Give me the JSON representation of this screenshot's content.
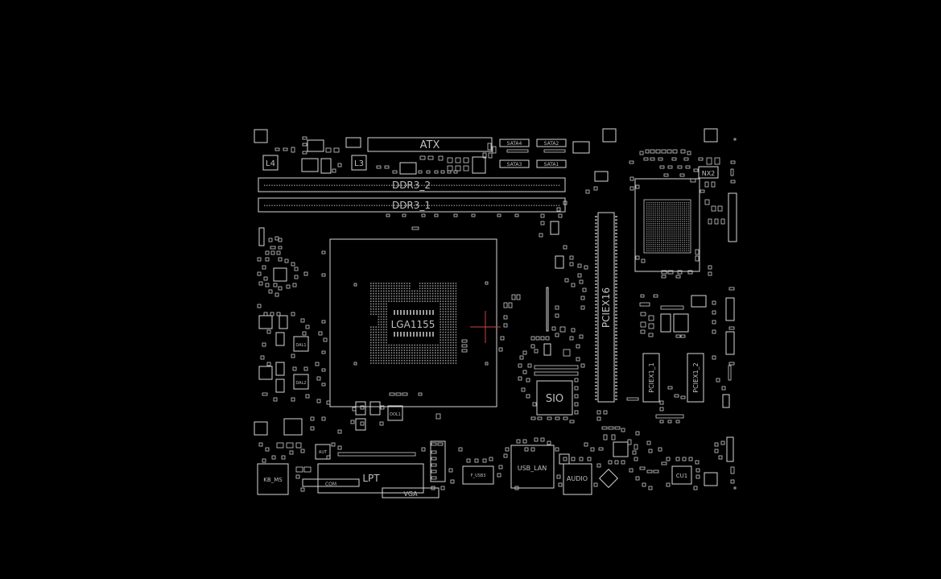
{
  "view": {
    "background": "#000000",
    "line_color": "#d6d6d6",
    "crosshair_color": "#d9534f"
  },
  "labels": {
    "atx": "ATX",
    "ddr3_2": "DDR3_2",
    "ddr3_1": "DDR3_1",
    "cpu_socket": "LGA1155",
    "pciex16": "PCIEX16",
    "pciex1_1": "PCIEX1_1",
    "pciex1_2": "PCIEX1_2",
    "sio": "SIO",
    "lpt": "LPT",
    "com": "COM",
    "vga": "VGA",
    "kb_ms": "KB_MS",
    "usb_lan": "USB_LAN",
    "audio": "AUDIO",
    "l4": "L4",
    "l3": "L3",
    "nx2": "NX2",
    "cu1": "CU1",
    "f_usb3": "F_USB3",
    "sata1": "SATA1",
    "sata2": "SATA2",
    "sata3": "SATA3",
    "sata4": "SATA4",
    "dal1": "DAL1",
    "dal2": "DAL2",
    "dol1": "DOL1",
    "aut": "AUT"
  }
}
